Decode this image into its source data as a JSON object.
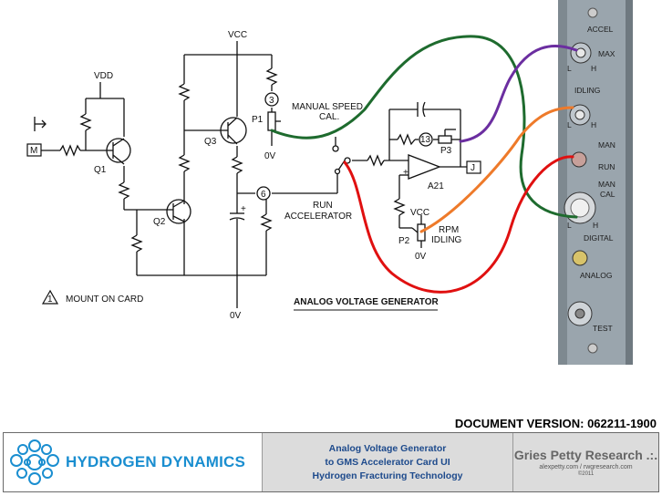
{
  "schematic": {
    "labels": {
      "vcc_top": "VCC",
      "vdd": "VDD",
      "input_m": "M",
      "q1": "Q1",
      "q2": "Q2",
      "q3": "Q3",
      "node3": "3",
      "node6": "6",
      "node13": "13",
      "p1": "P1",
      "p2": "P2",
      "p3": "P3",
      "ov_p1": "0V",
      "ov_bottom": "0V",
      "ov_p2": "0V",
      "manual_speed_1": "MANUAL SPEED",
      "manual_speed_2": "CAL.",
      "run_1": "RUN",
      "run_2": "ACCELERATOR",
      "a21": "A21",
      "output_j": "J",
      "vcc_p2": "VCC",
      "rpm_1": "RPM",
      "rpm_2": "IDLING",
      "plus_opamp": "+",
      "plus_cap": "+",
      "mount_note": "MOUNT ON CARD",
      "mount_num": "1",
      "analog_gen": "ANALOG VOLTAGE GENERATOR"
    }
  },
  "panel": {
    "accel": "ACCEL",
    "max": "MAX",
    "l1": "L",
    "h1": "H",
    "idling": "IDLING",
    "l2": "L",
    "h2": "H",
    "man1": "MAN",
    "run": "RUN",
    "man2": "MAN",
    "cal": "CAL",
    "l3": "L",
    "h3": "H",
    "digital": "DIGITAL",
    "analog": "ANALOG",
    "test": "TEST"
  },
  "wires": {
    "green": "#1e6b2e",
    "purple": "#6b2ea0",
    "orange": "#ee7a2a",
    "red": "#e01010"
  },
  "document_version": "DOCUMENT VERSION: 062211-1900",
  "footer": {
    "company": "HYDROGEN DYNAMICS",
    "title_lines": [
      "Analog Voltage Generator",
      "to GMS Accelerator Card UI",
      "Hydrogen Fracturing Technology"
    ],
    "credit_name": "Gries Petty Research .:.",
    "credit_sites": "alexpetty.com / rwgresearch.com",
    "credit_year": "©2011",
    "brand_color": "#1a8ed0"
  }
}
